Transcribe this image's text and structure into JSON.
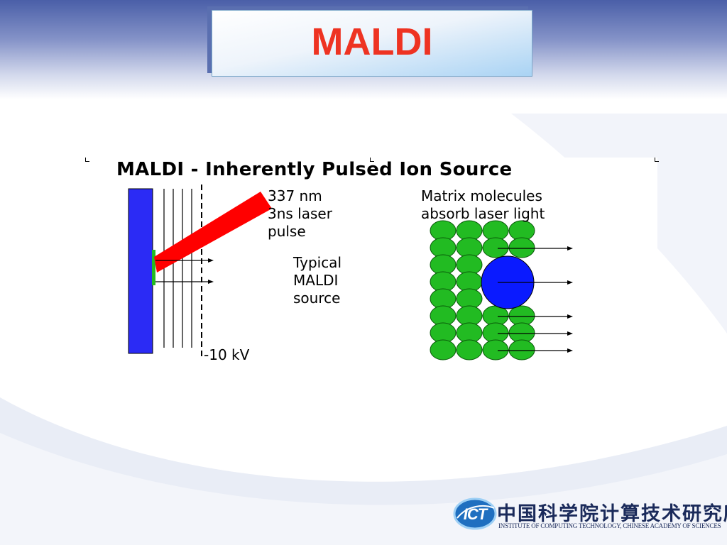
{
  "slide": {
    "title": "MALDI"
  },
  "diagram": {
    "title": "MALDI - Inherently Pulsed Ion Source",
    "laser_label": [
      "337 nm",
      "3ns laser",
      "pulse"
    ],
    "source_label": [
      "Typical",
      "MALDI",
      "source"
    ],
    "matrix_label": [
      "Matrix molecules",
      "absorb laser light"
    ],
    "voltage_label": "-10 kV",
    "colors": {
      "plate": "#2b2bf5",
      "laser": "#ff0000",
      "matrix_molecule": "#22bb22",
      "analyte": "#0a1aff"
    }
  },
  "footer": {
    "logo_emblem": "ICT",
    "logo_chinese": "中国科学院计算技术研究所",
    "logo_english": "INSTITUTE OF COMPUTING TECHNOLOGY, CHINESE ACADEMY OF SCIENCES"
  }
}
